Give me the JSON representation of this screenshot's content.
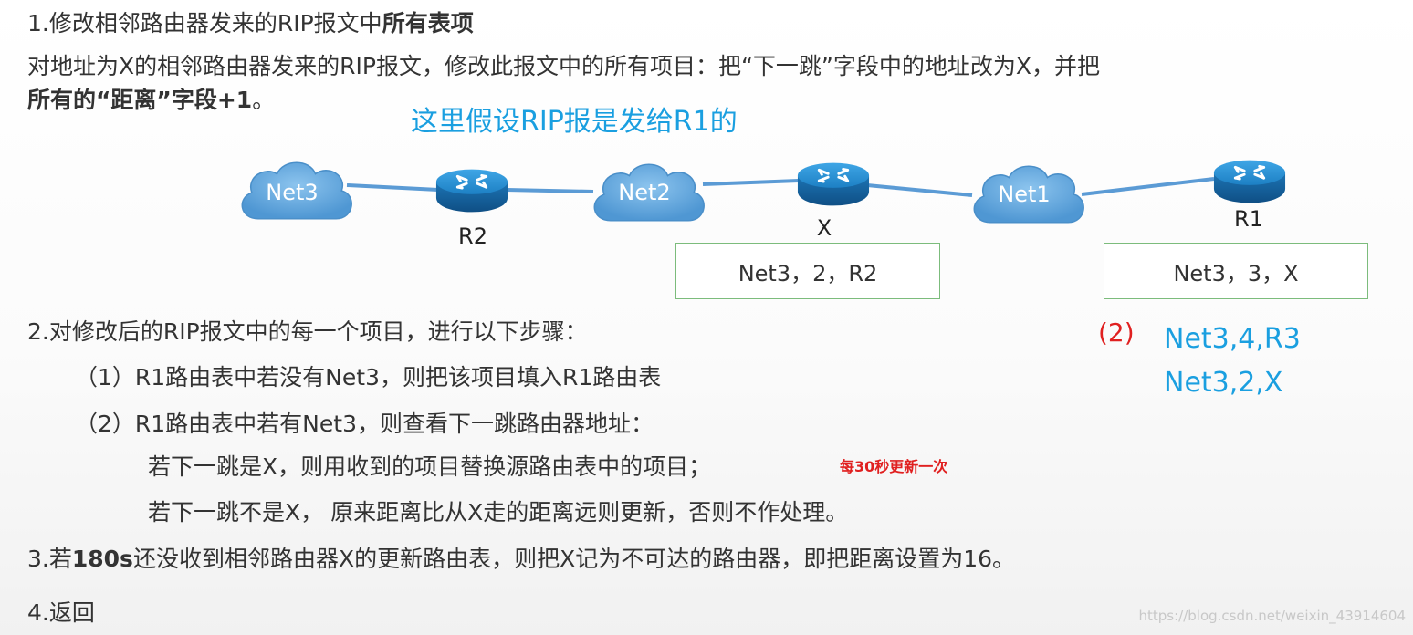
{
  "heading": {
    "line1_normal": "1.修改相邻路由器发来的RIP报文中",
    "line1_bold": "所有表项",
    "line2": "对地址为X的相邻路由器发来的RIP报文，修改此报文中的所有项目：把“下一跳”字段中的地址改为X，并把",
    "line3_bold": "所有的“距离”字段+1",
    "line3_tail": "。"
  },
  "note": "这里假设RIP报是发给R1的",
  "diagram": {
    "clouds": [
      "Net3",
      "Net2",
      "Net1"
    ],
    "routers": [
      "R2",
      "X",
      "R1"
    ],
    "table_x": "Net3，2，R2",
    "table_r1": "Net3，3，X"
  },
  "steps": {
    "step2": "2.对修改后的RIP报文中的每一个项目，进行以下步骤：",
    "sub1": "（1）R1路由表中若没有Net3，则把该项目填入R1路由表",
    "sub2": "（2）R1路由表中若有Net3，则查看下一跳路由器地址：",
    "sub2a": "若下一跳是X，则用收到的项目替换源路由表中的项目；",
    "sub2a_note": "每30秒更新一次",
    "sub2b": "若下一跳不是X， 原来距离比从X走的距离远则更新，否则不作处理。",
    "step3_pre": "3.若",
    "step3_bold": "180s",
    "step3_post": "还没收到相邻路由器X的更新路由表，则把X记为不可达的路由器，即把距离设置为16。",
    "step4": "4.返回"
  },
  "side_note": {
    "label": "(2)",
    "line1": "Net3,4,R3",
    "line2": "Net3,2,X"
  },
  "watermark": "https://blog.csdn.net/weixin_43914604",
  "colors": {
    "accent_blue": "#1a9fe0",
    "accent_red": "#e02020",
    "cloud": "#5aa4dc",
    "router": "#1f86c8",
    "link": "#5b9bd5",
    "table_border": "#7cbc7c"
  }
}
